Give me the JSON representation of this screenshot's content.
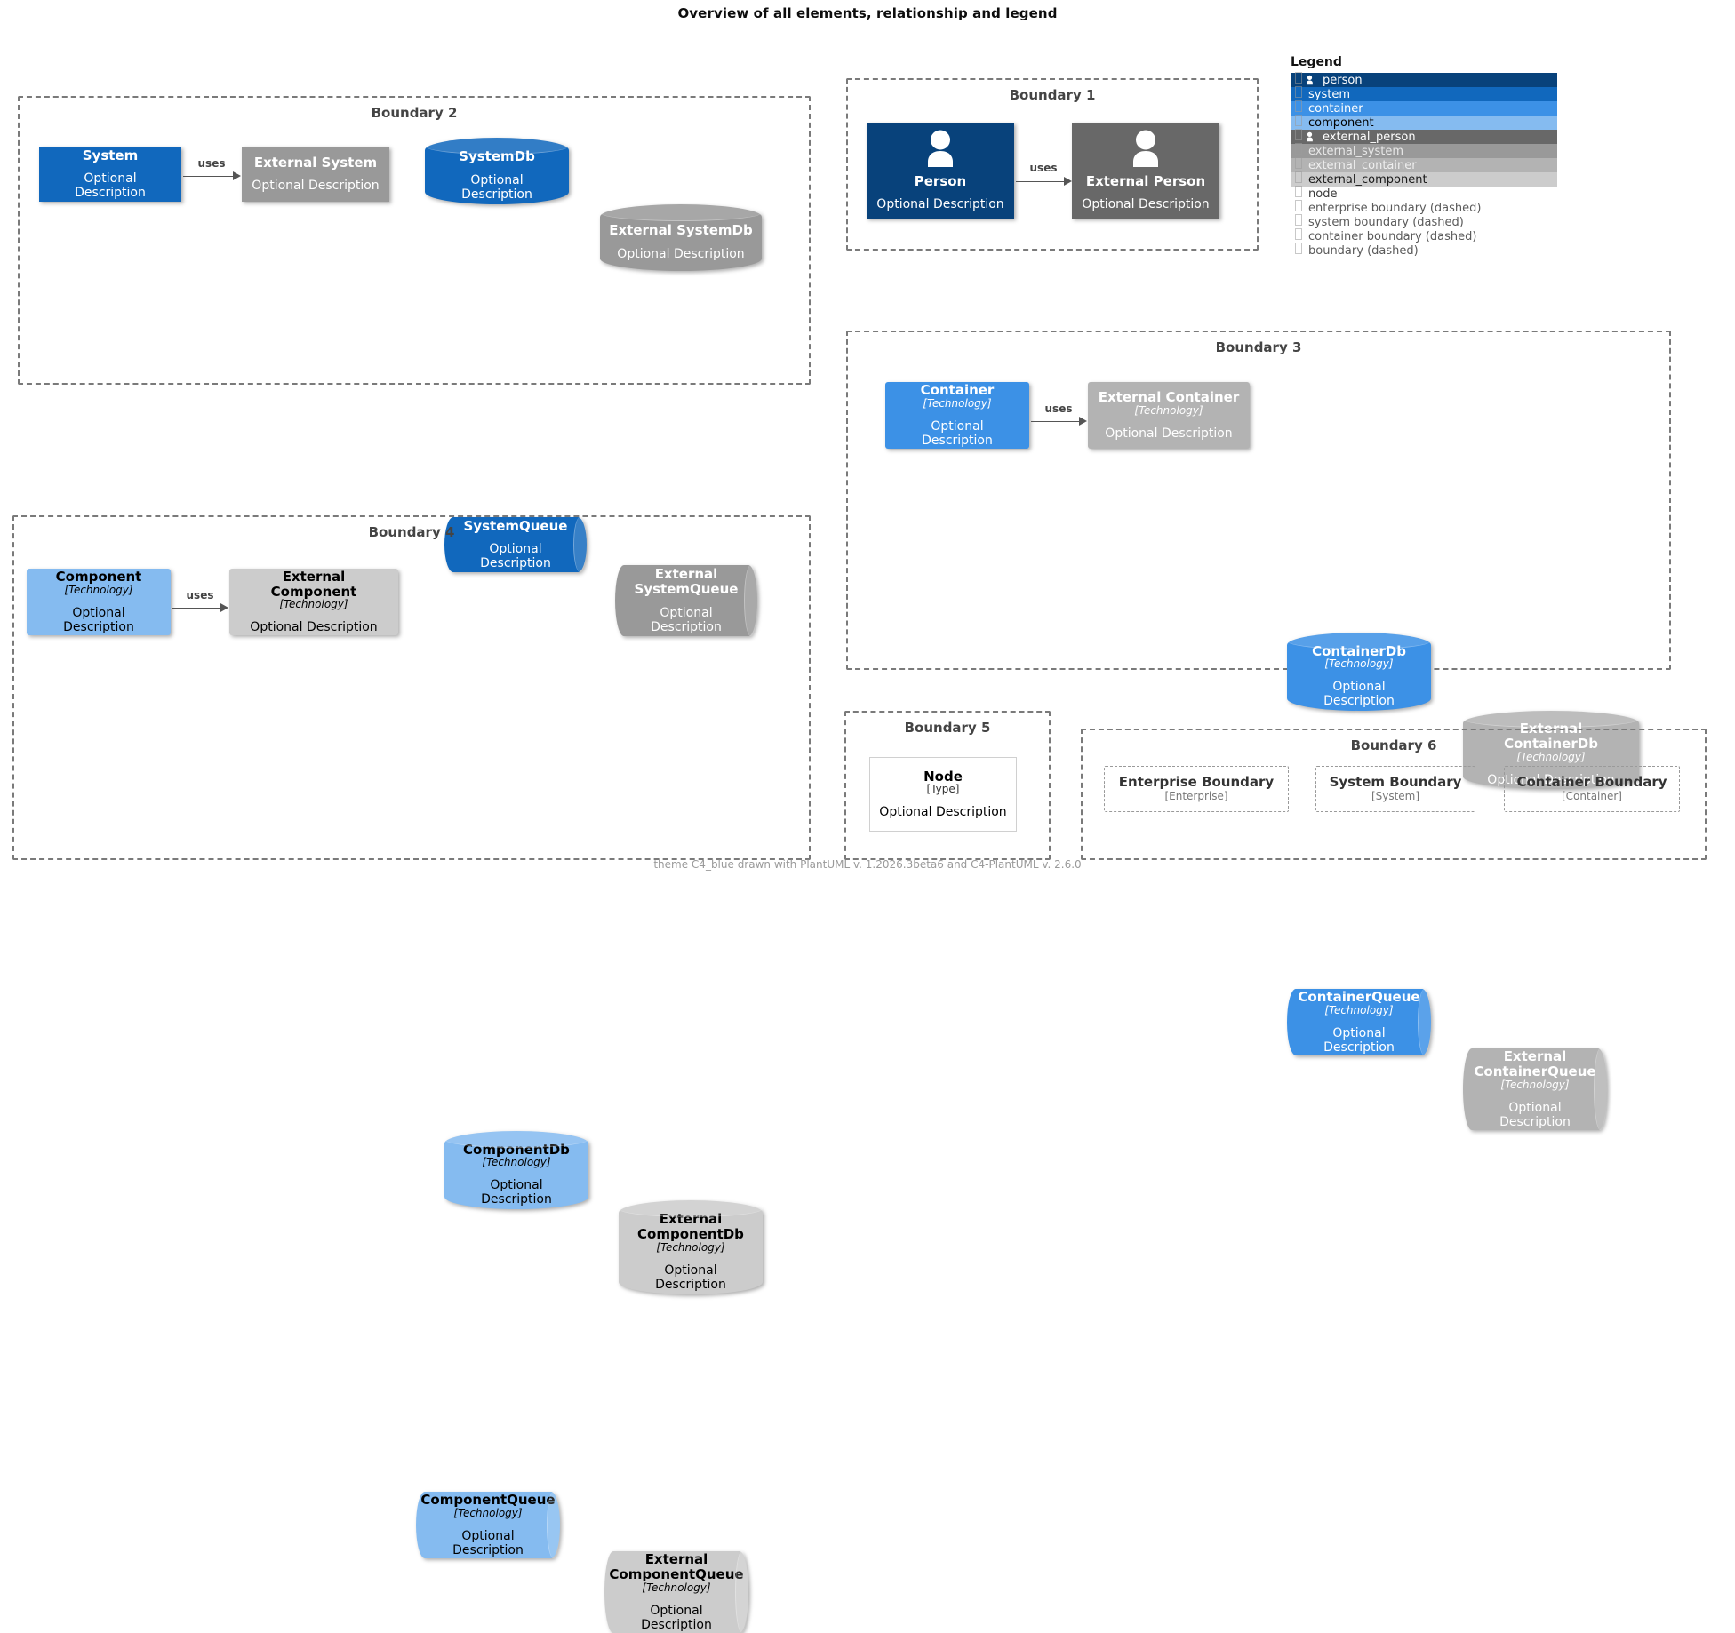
{
  "title": "Overview of all elements, relationship and legend",
  "footer": "theme C4_blue drawn with PlantUML v. 1.2026.3beta6 and C4-PlantUML v. 2.6.0",
  "labels": {
    "optional_description": "Optional Description",
    "technology": "[Technology]",
    "type": "[Type]",
    "uses": "uses"
  },
  "colors": {
    "person": "#08427B",
    "external_person": "#686868",
    "system": "#1168BD",
    "external_system": "#999999",
    "container": "#3C91E6",
    "external_container": "#B3B3B3",
    "component": "#85BBF0",
    "external_component": "#CCCCCC",
    "node": "#FFFFFF",
    "boundary_dash": "#7A7A7A",
    "relation": "#555555"
  },
  "boundaries": {
    "b1": {
      "title": "Boundary 1"
    },
    "b2": {
      "title": "Boundary 2"
    },
    "b3": {
      "title": "Boundary 3"
    },
    "b4": {
      "title": "Boundary 4"
    },
    "b5": {
      "title": "Boundary 5"
    },
    "b6": {
      "title": "Boundary 6"
    }
  },
  "elements": {
    "person": {
      "name": "Person",
      "desc": "Optional Description"
    },
    "external_person": {
      "name": "External Person",
      "desc": "Optional Description"
    },
    "system": {
      "name": "System",
      "desc": "Optional Description"
    },
    "external_system": {
      "name": "External System",
      "desc": "Optional Description"
    },
    "system_db": {
      "name": "SystemDb",
      "desc": "Optional Description"
    },
    "external_system_db": {
      "name": "External SystemDb",
      "desc": "Optional Description"
    },
    "system_queue": {
      "name": "SystemQueue",
      "desc": "Optional Description"
    },
    "external_system_queue": {
      "name": "External\nSystemQueue",
      "desc": "Optional Description"
    },
    "container": {
      "name": "Container",
      "tech": "[Technology]",
      "desc": "Optional Description"
    },
    "external_container": {
      "name": "External Container",
      "tech": "[Technology]",
      "desc": "Optional Description"
    },
    "container_db": {
      "name": "ContainerDb",
      "tech": "[Technology]",
      "desc": "Optional Description"
    },
    "external_container_db": {
      "name": "External ContainerDb",
      "tech": "[Technology]",
      "desc": "Optional Description"
    },
    "container_queue": {
      "name": "ContainerQueue",
      "tech": "[Technology]",
      "desc": "Optional Description"
    },
    "external_container_queue": {
      "name": "External\nContainerQueue",
      "tech": "[Technology]",
      "desc": "Optional Description"
    },
    "component": {
      "name": "Component",
      "tech": "[Technology]",
      "desc": "Optional Description"
    },
    "external_component": {
      "name": "External Component",
      "tech": "[Technology]",
      "desc": "Optional Description"
    },
    "component_db": {
      "name": "ComponentDb",
      "tech": "[Technology]",
      "desc": "Optional Description"
    },
    "external_component_db": {
      "name": "External\nComponentDb",
      "tech": "[Technology]",
      "desc": "Optional Description"
    },
    "component_queue": {
      "name": "ComponentQueue",
      "tech": "[Technology]",
      "desc": "Optional Description"
    },
    "external_component_queue": {
      "name": "External\nComponentQueue",
      "tech": "[Technology]",
      "desc": "Optional Description"
    },
    "node": {
      "name": "Node",
      "tech": "[Type]",
      "desc": "Optional Description"
    },
    "enterprise_boundary": {
      "name": "Enterprise Boundary",
      "tech": "[Enterprise]"
    },
    "system_boundary": {
      "name": "System Boundary",
      "tech": "[System]"
    },
    "container_boundary": {
      "name": "Container Boundary",
      "tech": "[Container]"
    }
  },
  "relations": [
    {
      "id": "rel_person",
      "label": "uses"
    },
    {
      "id": "rel_system",
      "label": "uses"
    },
    {
      "id": "rel_container",
      "label": "uses"
    },
    {
      "id": "rel_component",
      "label": "uses"
    }
  ],
  "legend": {
    "title": "Legend",
    "items": [
      {
        "label": "person",
        "bg": "#08427B",
        "fg": "#FFFFFF",
        "icon": "person-icon",
        "filled": true
      },
      {
        "label": "system",
        "bg": "#1168BD",
        "fg": "#FFFFFF",
        "icon": "swatch-icon",
        "filled": true
      },
      {
        "label": "container",
        "bg": "#3C91E6",
        "fg": "#FFFFFF",
        "icon": "swatch-icon",
        "filled": true
      },
      {
        "label": "component",
        "bg": "#85BBF0",
        "fg": "#000000",
        "icon": "swatch-icon",
        "filled": true
      },
      {
        "label": "external_person",
        "bg": "#686868",
        "fg": "#FFFFFF",
        "icon": "person-icon",
        "filled": true
      },
      {
        "label": "external_system",
        "bg": "#999999",
        "fg": "#E8E8E8",
        "icon": "swatch-icon",
        "filled": true
      },
      {
        "label": "external_container",
        "bg": "#B3B3B3",
        "fg": "#EFEFEF",
        "icon": "swatch-icon",
        "filled": true
      },
      {
        "label": "external_component",
        "bg": "#CCCCCC",
        "fg": "#1A1A1A",
        "icon": "swatch-icon",
        "filled": true
      },
      {
        "label": "node",
        "bg": "transparent",
        "fg": "#3A3A3A",
        "icon": "missing-glyph-icon",
        "filled": false
      },
      {
        "label": "enterprise boundary (dashed)",
        "bg": "transparent",
        "fg": "#5A5A5A",
        "icon": "missing-glyph-icon",
        "filled": false
      },
      {
        "label": "system boundary (dashed)",
        "bg": "transparent",
        "fg": "#5A5A5A",
        "icon": "missing-glyph-icon",
        "filled": false
      },
      {
        "label": "container boundary (dashed)",
        "bg": "transparent",
        "fg": "#5A5A5A",
        "icon": "missing-glyph-icon",
        "filled": false
      },
      {
        "label": "boundary (dashed)",
        "bg": "transparent",
        "fg": "#5A5A5A",
        "icon": "missing-glyph-icon",
        "filled": false
      }
    ]
  }
}
